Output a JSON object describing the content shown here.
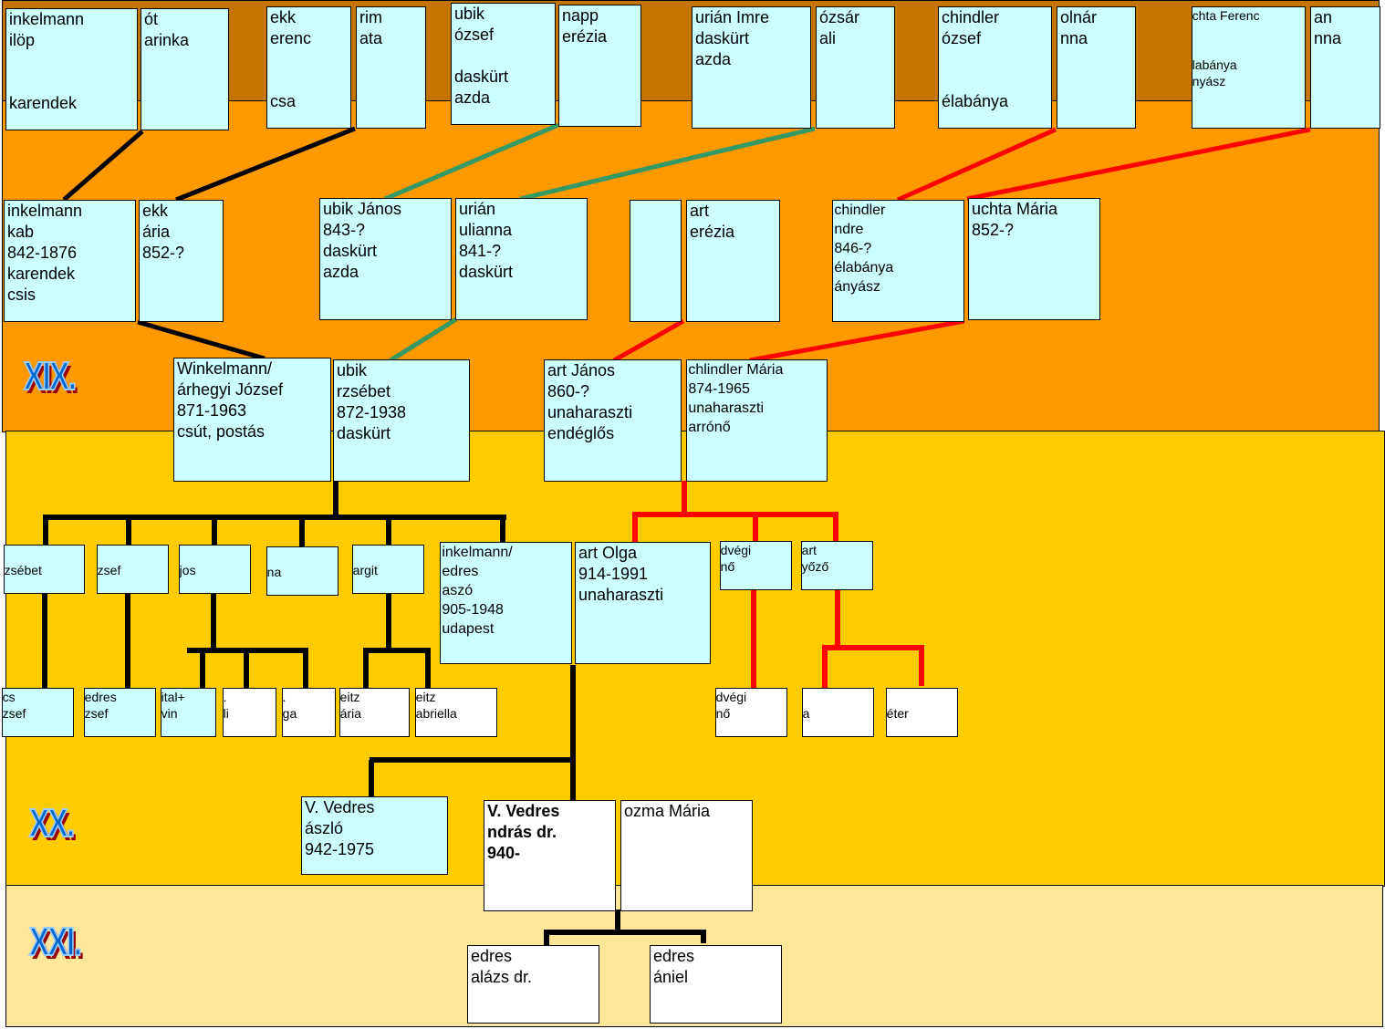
{
  "colors": {
    "top_band": "#c47400",
    "xix_band": "#ff9900",
    "xx_band": "#ffcc00",
    "xxi_band": "#ffe699",
    "box_fill": "#ccffff",
    "line_black": "#000000",
    "line_green": "#339966",
    "line_red": "#ff0000",
    "century_label": "#0066cc"
  },
  "centuries": {
    "xix": "XIX.",
    "xx": "XX.",
    "xxi": "XXI."
  },
  "great_grandparents": [
    {
      "id": "gg1",
      "lines": [
        "inkelmann",
        "ilöp",
        "",
        "",
        "karendek"
      ]
    },
    {
      "id": "gg2",
      "lines": [
        "ót",
        "arinka"
      ]
    },
    {
      "id": "gg3",
      "lines": [
        "ekk",
        "erenc",
        "",
        "",
        "csa"
      ]
    },
    {
      "id": "gg4",
      "lines": [
        "rim",
        "ata"
      ]
    },
    {
      "id": "gg5",
      "lines": [
        "ubik",
        "ózsef",
        "",
        "daskürt",
        "azda"
      ]
    },
    {
      "id": "gg6",
      "lines": [
        "napp",
        "erézia"
      ]
    },
    {
      "id": "gg7",
      "lines": [
        "urián Imre",
        "daskürt",
        "azda"
      ]
    },
    {
      "id": "gg8",
      "lines": [
        "ózsár",
        "ali"
      ]
    },
    {
      "id": "gg9",
      "lines": [
        "chindler",
        "ózsef",
        "",
        "",
        "élabánya"
      ]
    },
    {
      "id": "gg10",
      "lines": [
        "olnár",
        "nna"
      ]
    },
    {
      "id": "gg11",
      "lines": [
        "chta Ferenc",
        "",
        "",
        "labánya",
        "nyász"
      ]
    },
    {
      "id": "gg12",
      "lines": [
        "an",
        "nna"
      ]
    }
  ],
  "grandparents": [
    {
      "id": "g1",
      "lines": [
        "inkelmann",
        "kab",
        "842-1876",
        "karendek",
        "csis"
      ]
    },
    {
      "id": "g2",
      "lines": [
        "ekk",
        "ária",
        "852-?"
      ]
    },
    {
      "id": "g3",
      "lines": [
        "ubik János",
        "843-?",
        "daskürt",
        "azda"
      ]
    },
    {
      "id": "g4",
      "lines": [
        "urián",
        "ulianna",
        "841-?",
        "daskürt"
      ]
    },
    {
      "id": "g5",
      "lines": []
    },
    {
      "id": "g6",
      "lines": [
        "art",
        "erézia"
      ]
    },
    {
      "id": "g7",
      "lines": [
        "chindler",
        "ndre",
        "846-?",
        "élabánya",
        "ányász"
      ]
    },
    {
      "id": "g8",
      "lines": [
        "uchta Mária",
        "852-?"
      ]
    }
  ],
  "parents": [
    {
      "id": "p1",
      "lines": [
        "Winkelmann/",
        "árhegyi József",
        "871-1963",
        "csút, postás"
      ]
    },
    {
      "id": "p2",
      "lines": [
        "ubik",
        "rzsébet",
        "872-1938",
        "daskürt"
      ]
    },
    {
      "id": "p3",
      "lines": [
        "art János",
        "860-?",
        "unaharaszti",
        "endéglős"
      ]
    },
    {
      "id": "p4",
      "lines": [
        "chlindler Mária",
        "874-1965",
        "unaharaszti",
        "arrónő"
      ]
    }
  ],
  "children_left": [
    {
      "id": "c1",
      "lines": [
        "",
        "zsébet"
      ]
    },
    {
      "id": "c2",
      "lines": [
        "",
        "zsef"
      ]
    },
    {
      "id": "c3",
      "lines": [
        "",
        "jos"
      ]
    },
    {
      "id": "c4",
      "lines": [
        "",
        "na"
      ]
    },
    {
      "id": "c5",
      "lines": [
        "",
        "argit"
      ]
    },
    {
      "id": "c6",
      "lines": [
        "inkelmann/",
        "edres",
        "aszó",
        "905-1948",
        "udapest"
      ]
    }
  ],
  "children_right": [
    {
      "id": "c7",
      "lines": [
        "art Olga",
        "914-1991",
        "unaharaszti"
      ]
    },
    {
      "id": "c8",
      "lines": [
        "dvégi",
        "nő"
      ]
    },
    {
      "id": "c9",
      "lines": [
        "art",
        "yőző"
      ]
    }
  ],
  "cousins": [
    {
      "id": "k1",
      "lines": [
        "cs",
        "zsef"
      ],
      "white": false
    },
    {
      "id": "k2",
      "lines": [
        "edres",
        "zsef"
      ],
      "white": false
    },
    {
      "id": "k3",
      "lines": [
        "ital+",
        "vin"
      ],
      "white": false
    },
    {
      "id": "k4",
      "lines": [
        ".",
        "li"
      ],
      "white": true
    },
    {
      "id": "k5",
      "lines": [
        ".",
        "ga"
      ],
      "white": true
    },
    {
      "id": "k6",
      "lines": [
        "eitz",
        "ária"
      ],
      "white": true
    },
    {
      "id": "k7",
      "lines": [
        "eitz",
        "abriella"
      ],
      "white": true
    },
    {
      "id": "k8",
      "lines": [
        "dvégi",
        "nő"
      ],
      "white": true
    },
    {
      "id": "k9",
      "lines": [
        "",
        "a"
      ],
      "white": true
    },
    {
      "id": "k10",
      "lines": [
        "",
        "éter"
      ],
      "white": true
    }
  ],
  "xx_generation": [
    {
      "id": "v1",
      "lines": [
        "V. Vedres",
        "ászló",
        "942-1975"
      ]
    },
    {
      "id": "v2",
      "lines": [
        "V. Vedres",
        "ndrás dr.",
        "940-"
      ]
    },
    {
      "id": "v3",
      "lines": [
        "ozma Mária"
      ]
    }
  ],
  "xxi_generation": [
    {
      "id": "d1",
      "lines": [
        "edres",
        "alázs dr."
      ]
    },
    {
      "id": "d2",
      "lines": [
        "edres",
        "ániel"
      ]
    }
  ]
}
